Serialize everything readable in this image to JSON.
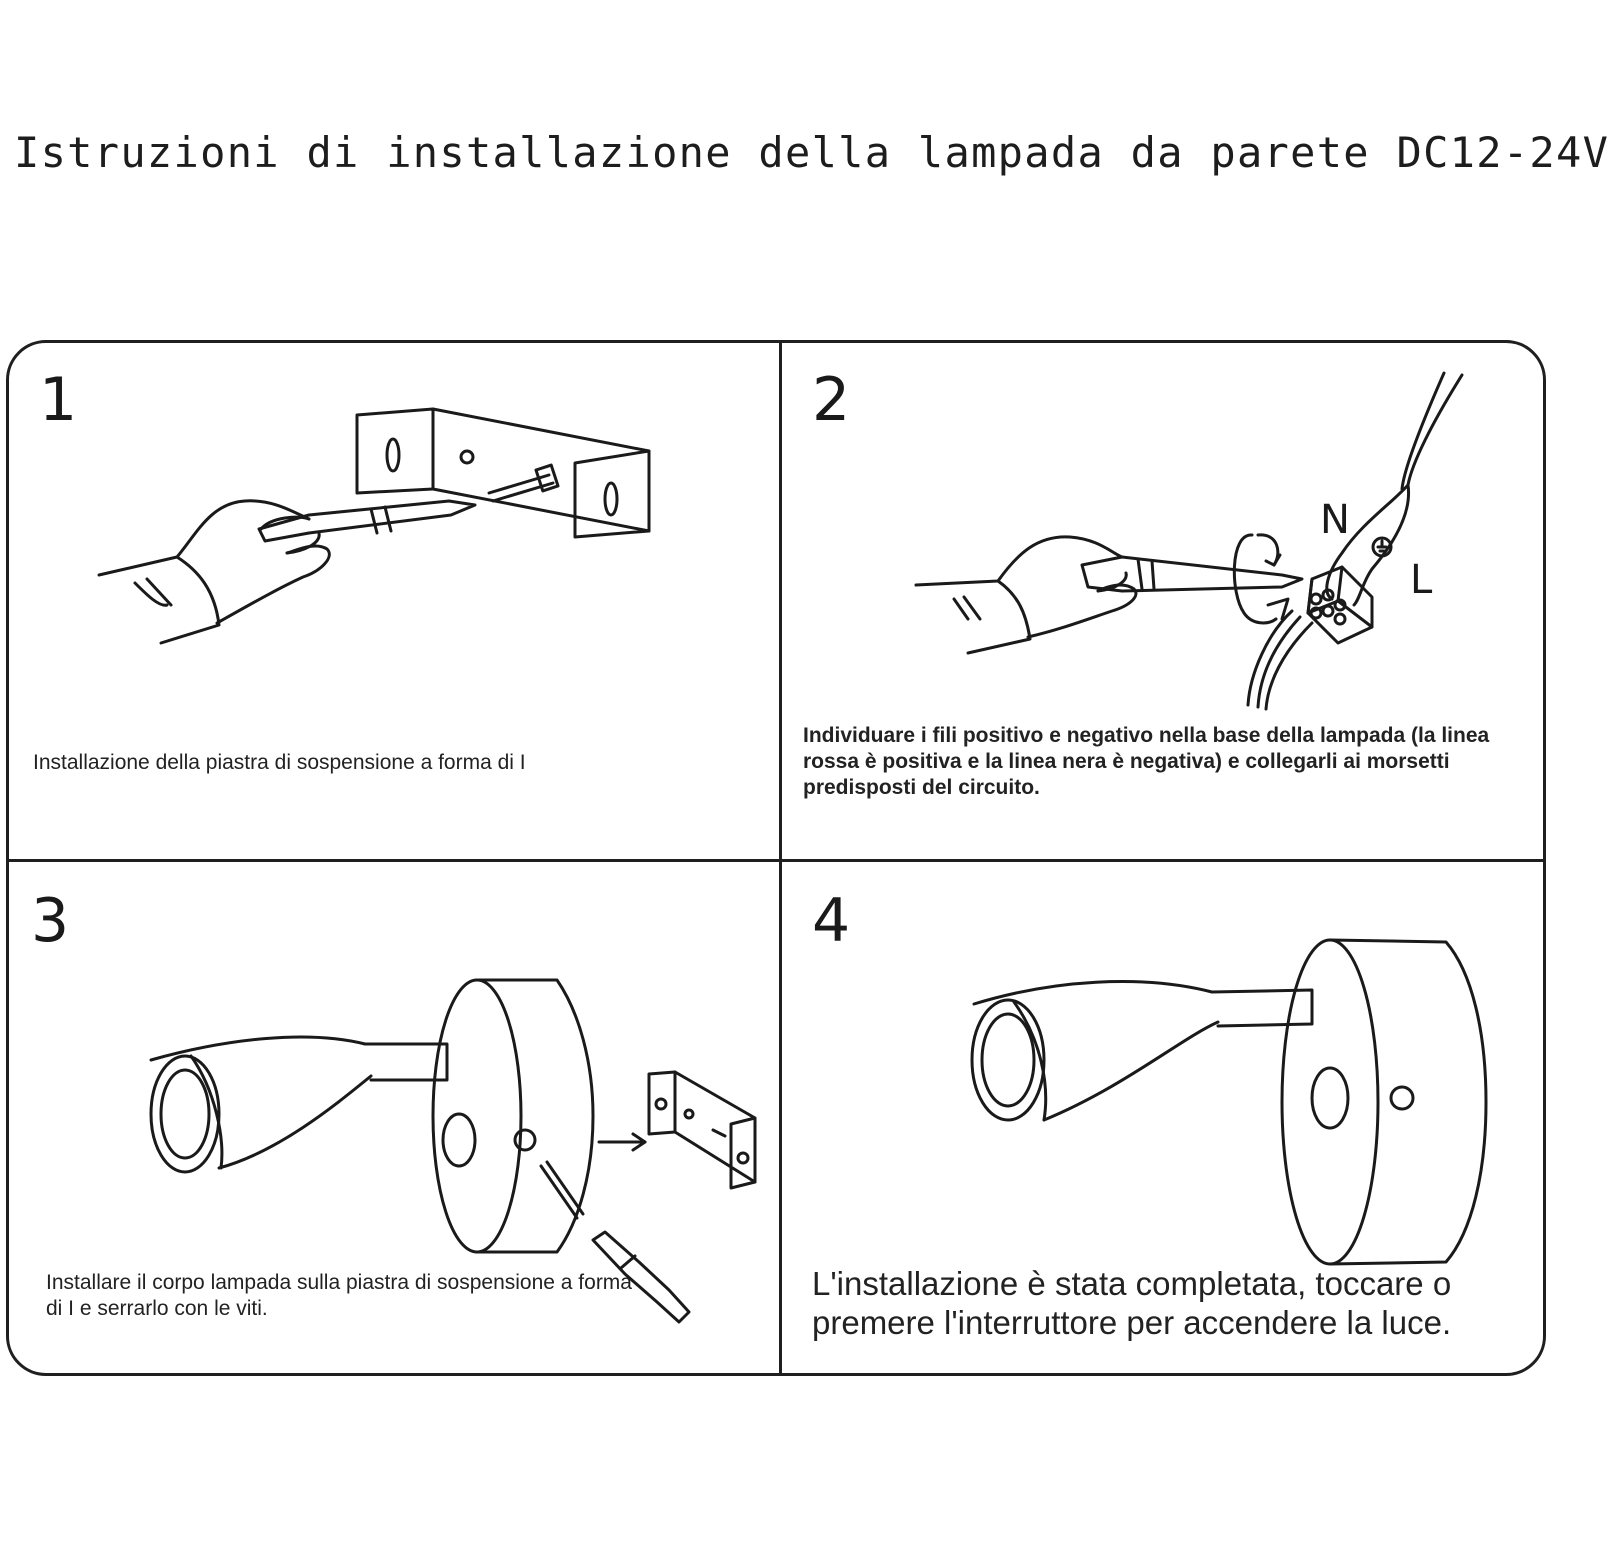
{
  "title": "Istruzioni di installazione della lampada da parete DC12-24V",
  "steps": [
    {
      "number": "1",
      "caption": "Installazione della piastra di sospensione a forma di I"
    },
    {
      "number": "2",
      "caption": "Individuare i fili positivo e negativo nella base della lampada (la linea rossa è positiva e la linea nera è negativa) e collegarli ai morsetti predisposti del circuito.",
      "labels": {
        "n": "N",
        "l": "L"
      }
    },
    {
      "number": "3",
      "caption": "Installare il corpo lampada sulla piastra di sospensione a forma di I e serrarlo con le viti."
    },
    {
      "number": "4",
      "caption": "L'installazione è stata completata, toccare o premere l'interruttore per accendere la luce."
    }
  ]
}
